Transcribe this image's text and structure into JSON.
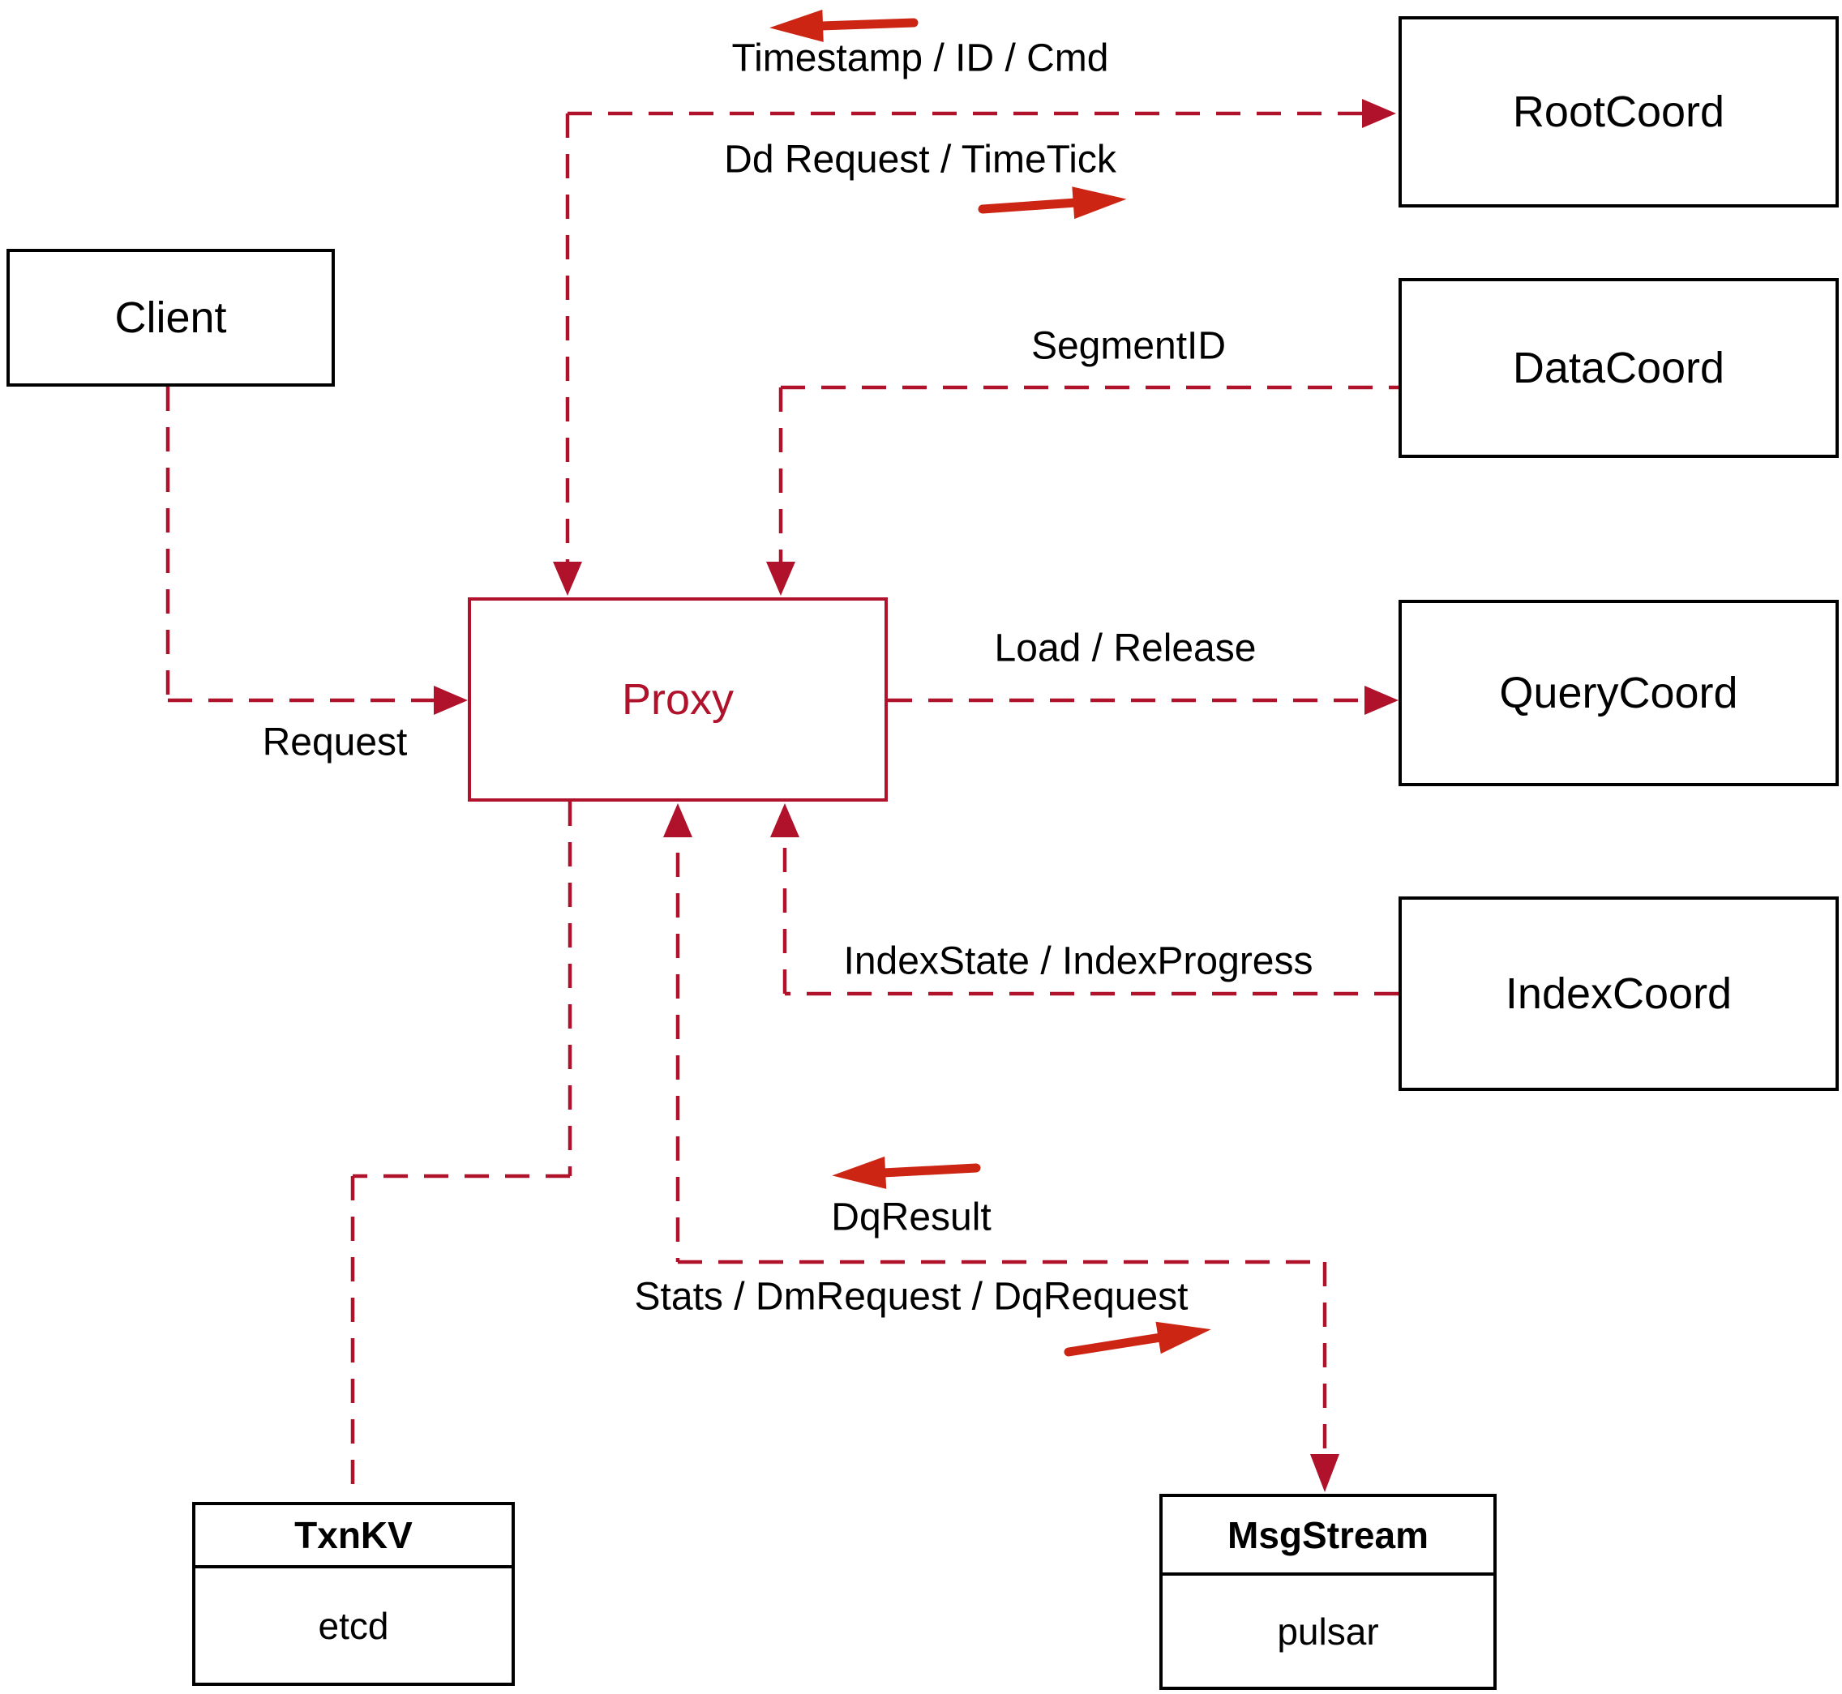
{
  "diagram": {
    "title": "Proxy architecture diagram",
    "nodes": {
      "client": {
        "label": "Client"
      },
      "proxy": {
        "label": "Proxy"
      },
      "rootcoord": {
        "label": "RootCoord"
      },
      "datacoord": {
        "label": "DataCoord"
      },
      "querycoord": {
        "label": "QueryCoord"
      },
      "indexcoord": {
        "label": "IndexCoord"
      },
      "txnkv": {
        "title": "TxnKV",
        "subtitle": "etcd"
      },
      "msgstream": {
        "title": "MsgStream",
        "subtitle": "pulsar"
      }
    },
    "edge_labels": {
      "timestamp_id_cmd": "Timestamp / ID / Cmd",
      "dd_request_timetick": "Dd Request / TimeTick",
      "segment_id": "SegmentID",
      "load_release": "Load / Release",
      "index_state_progress": "IndexState / IndexProgress",
      "request": "Request",
      "dq_result": "DqResult",
      "stats_dm_dq": "Stats / DmRequest / DqRequest"
    },
    "colors": {
      "line": "#b0122b",
      "arrow": "#cc2514",
      "box_border": "#000000",
      "text": "#000000"
    }
  }
}
